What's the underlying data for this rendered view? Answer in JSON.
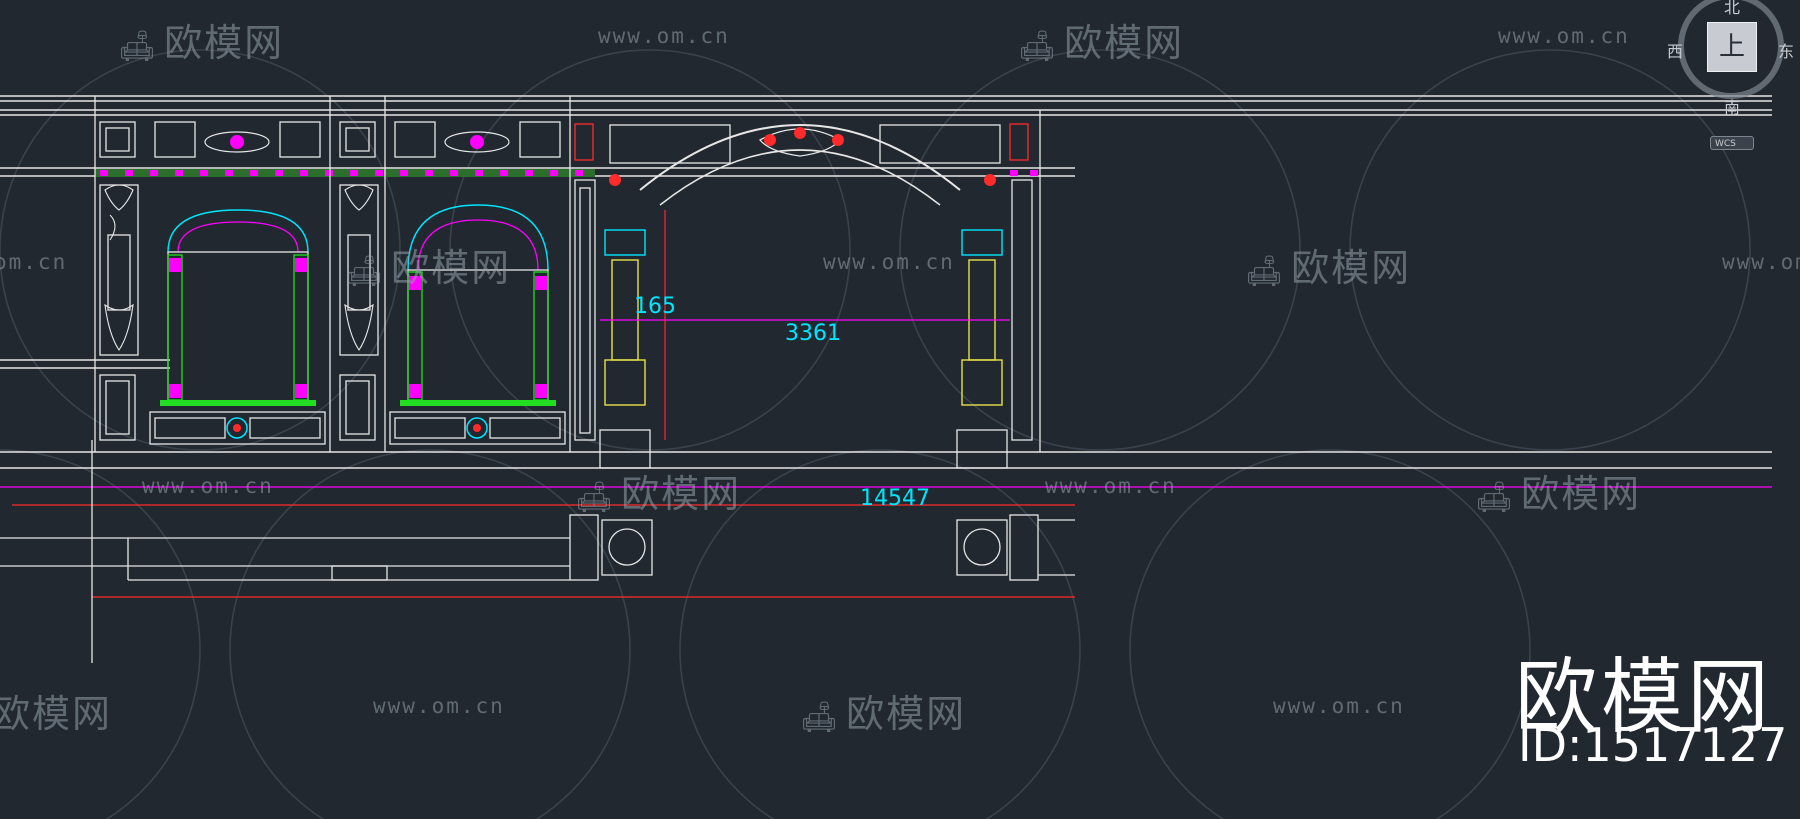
{
  "viewcube": {
    "face_label": "上",
    "north": "北",
    "west": "西",
    "east": "东",
    "south": "南",
    "wcs_label": "WCS"
  },
  "dimensions": {
    "column_height": "165",
    "arch_width": "3361",
    "total_width": "14547"
  },
  "watermark": {
    "logo_text": "欧模网",
    "url_text": "www.om.cn",
    "url_partial": "om.cn",
    "big_logo_text": "欧模网",
    "id_text": "ID:1517127"
  },
  "colors": {
    "background": "#212830",
    "line_white": "#e6e6e6",
    "magenta": "#ff00ff",
    "cyan": "#00e5ff",
    "yellow": "#e8e04a",
    "green": "#22dd22",
    "red": "#ff2a2a"
  },
  "icons": {
    "viewcube": "viewcube-icon",
    "sofa": "sofa-logo-icon"
  }
}
